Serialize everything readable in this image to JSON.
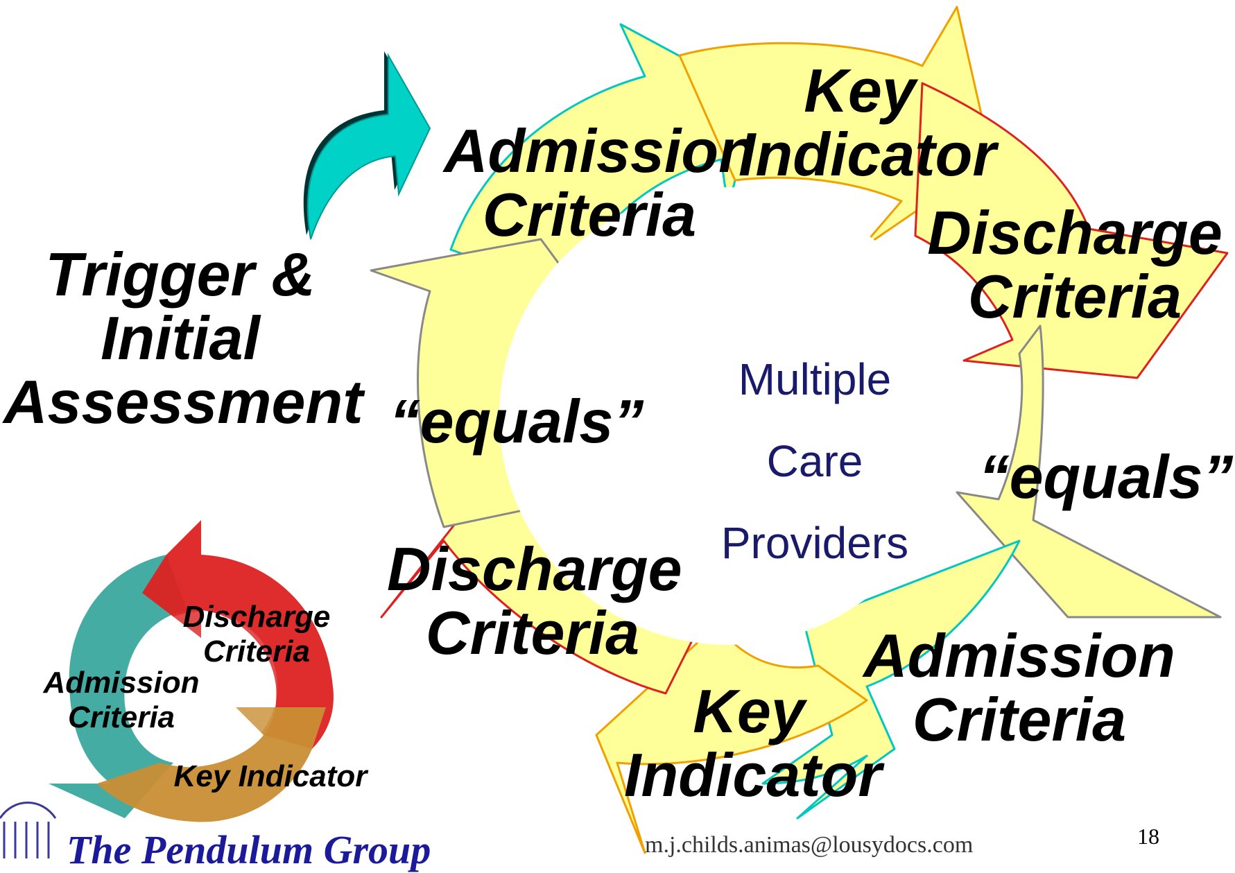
{
  "main_cycle": {
    "labels": {
      "admission_top": "Admission\nCriteria",
      "key_top": "Key\nIndicator",
      "discharge_right": "Discharge\nCriteria",
      "equals_right": "“equals”",
      "admission_bottom": "Admission\nCriteria",
      "key_bottom": "Key\nIndicator",
      "discharge_left": "Discharge\nCriteria",
      "equals_left": "“equals”"
    },
    "center": {
      "line1": "Multiple",
      "line2": "Care",
      "line3": "Providers"
    }
  },
  "trigger": {
    "text": "Trigger &\nInitial\nAssessment"
  },
  "mini_cycle": {
    "discharge": "Discharge\nCriteria",
    "admission": "Admission\nCriteria",
    "key": "Key Indicator"
  },
  "footer": {
    "org": "The Pendulum Group",
    "email": "m.j.childs.animas@lousydocs.com",
    "page": "18"
  },
  "colors": {
    "arrow_fill": "#ffff99",
    "cyan": "#00d2c8",
    "red": "#e02020",
    "orange": "#f0a000",
    "grey": "#888888",
    "text_center": "#1a1a6b"
  }
}
